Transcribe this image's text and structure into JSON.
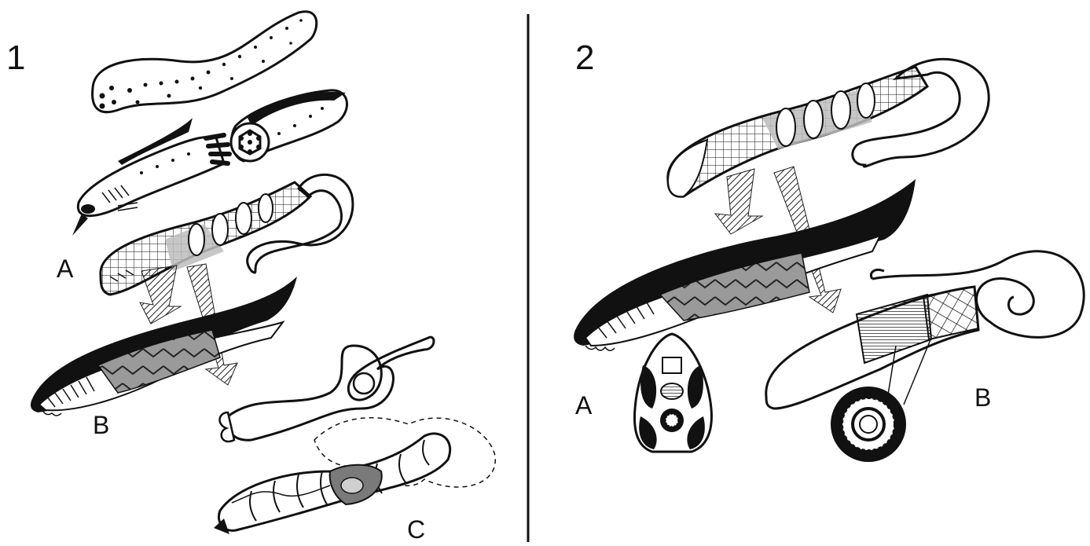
{
  "panels": [
    {
      "number": "1",
      "labels": [
        "A",
        "B",
        "C"
      ]
    },
    {
      "number": "2",
      "labels": [
        "A",
        "B"
      ]
    }
  ],
  "colors": {
    "ink": "#111111",
    "paper": "#ffffff",
    "shading": "#8a8a8a",
    "shading_dark": "#555555"
  }
}
